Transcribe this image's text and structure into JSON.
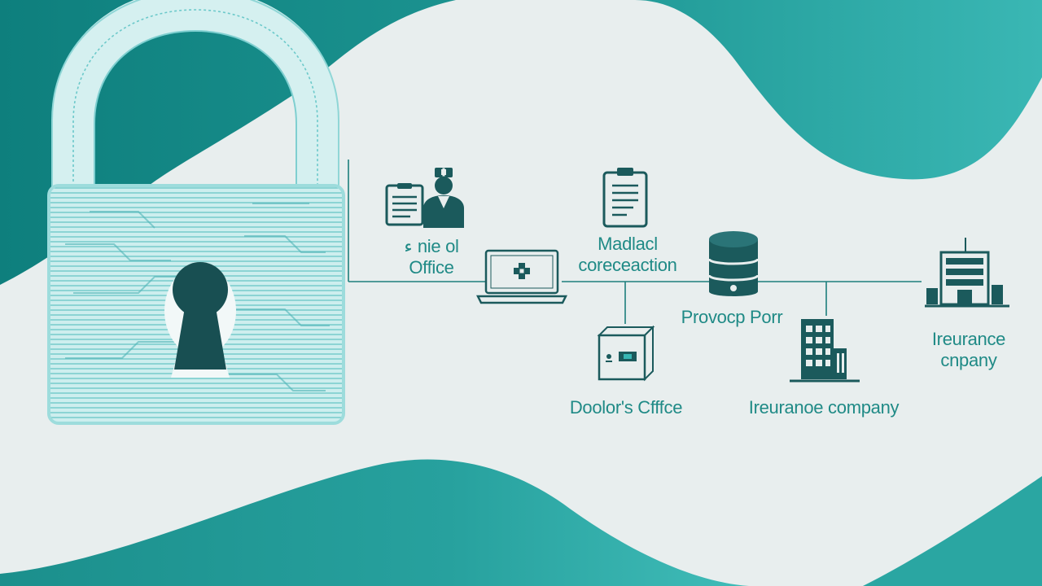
{
  "colors": {
    "teal_dark": "#0e7f7d",
    "teal_mid": "#26a3a0",
    "teal_light": "#37b6b3",
    "background": "#e8eeee",
    "icon_dark": "#1b5a5c",
    "label_teal": "#1f8a86",
    "lock_fill": "#c6ecec",
    "lock_line": "#59c0c2"
  },
  "icons": {
    "padlock": "padlock-icon",
    "clipboard_a": "clipboard-icon",
    "doctor": "doctor-icon",
    "laptop": "laptop-medical-icon",
    "clipboard_b": "clipboard-icon",
    "database": "database-icon",
    "building_right": "building-icon",
    "box": "medical-box-icon",
    "building_center": "building-icon"
  },
  "labels": {
    "office_line1": "ء nie ol",
    "office_line2": "Office",
    "medical_line1": "Madlacl",
    "medical_line2": "coreceaction",
    "provider_portal": "Provocp Porr",
    "insurance_right_line1": "Ireurance",
    "insurance_right_line2": "cnpany",
    "doctors_office": "Doolor's Cfffce",
    "insurance_company": "Ireuranoe company"
  }
}
